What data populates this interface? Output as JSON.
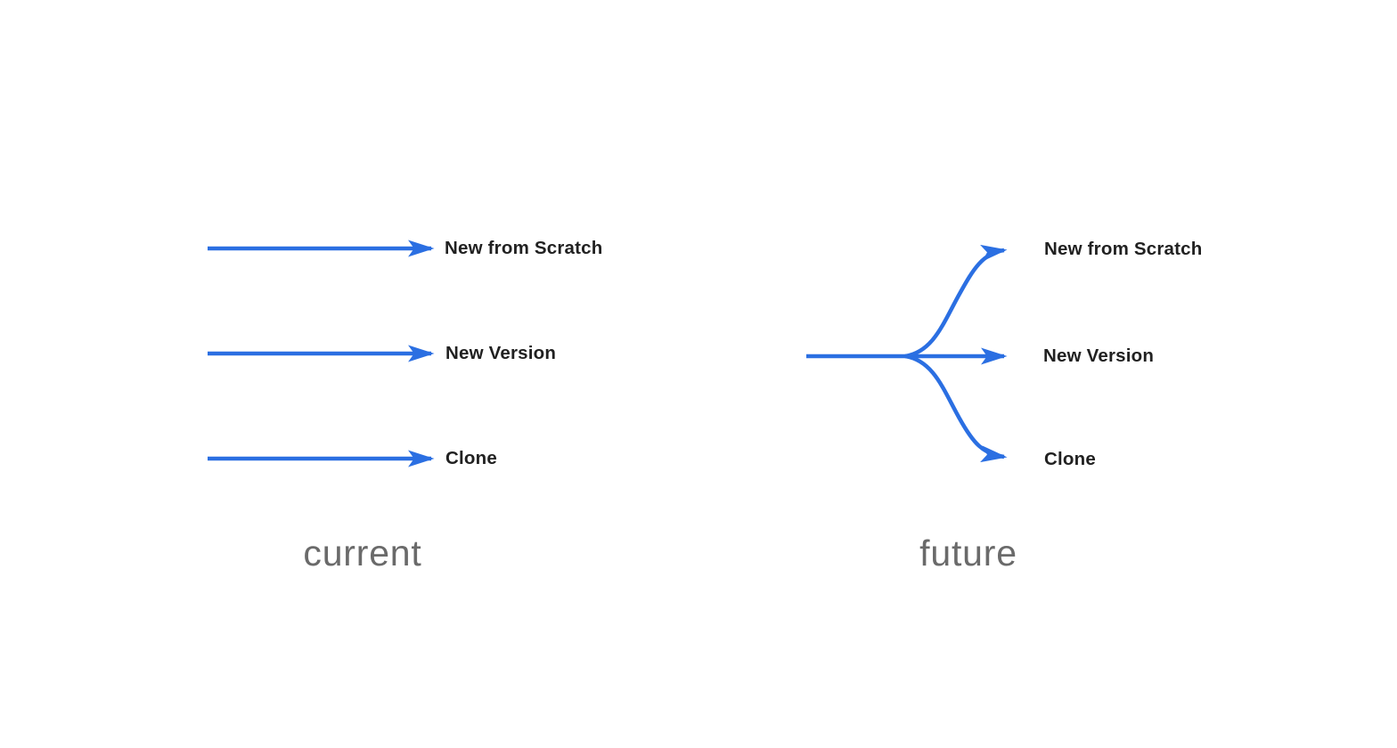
{
  "colors": {
    "accent": "#2b6fe2",
    "label": "#212121",
    "caption": "#6a6a6a",
    "background": "#ffffff"
  },
  "diagram": {
    "panels": [
      {
        "caption": "current",
        "items": [
          {
            "label": "New from Scratch"
          },
          {
            "label": "New Version"
          },
          {
            "label": "Clone"
          }
        ]
      },
      {
        "caption": "future",
        "items": [
          {
            "label": "New from Scratch"
          },
          {
            "label": "New Version"
          },
          {
            "label": "Clone"
          }
        ]
      }
    ]
  }
}
